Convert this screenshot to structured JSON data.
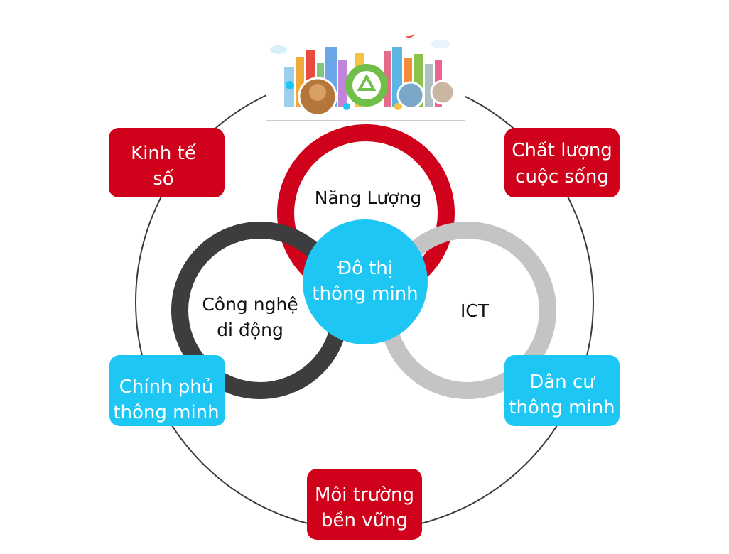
{
  "colors": {
    "red": "#d0021b",
    "cyan": "#1ec6f4",
    "dark_gray": "#3d3d3f",
    "light_gray": "#c4c4c4",
    "outline": "#3a3a3a"
  },
  "center": {
    "line1": "Đô thị",
    "line2": "thông minh"
  },
  "rings": {
    "top": {
      "label": "Năng Lượng"
    },
    "left": {
      "line1": "Công nghệ",
      "line2": "di động"
    },
    "right": {
      "label": "ICT"
    }
  },
  "boxes": {
    "top_left": {
      "line1": "Kinh tế",
      "line2": "số"
    },
    "top_right": {
      "line1": "Chất lượng",
      "line2": "cuộc sống"
    },
    "bottom_left": {
      "line1": "Chính phủ",
      "line2": "thông minh"
    },
    "bottom_right": {
      "line1": "Dân cư",
      "line2": "thông minh"
    },
    "bottom": {
      "line1": "Môi trường",
      "line2": "bền vững"
    }
  },
  "illustration": {
    "icon": "smart-city-illustration-icon"
  }
}
